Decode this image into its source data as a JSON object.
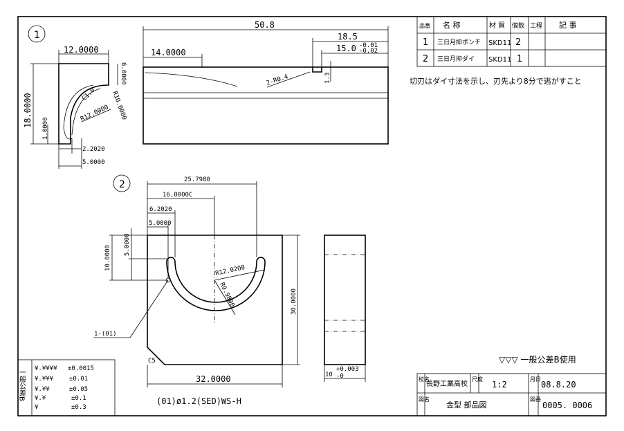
{
  "part_labels": {
    "part1": "1",
    "part2": "2"
  },
  "view1": {
    "dims": {
      "width_top": "12.0000",
      "width_left": "14.0000",
      "height_right": "6.0000",
      "height_left": "18.0000",
      "height_small": "1.0000",
      "radius_big": "R12.0000",
      "radius_small": "R10.0000",
      "chamfer": "C1.0",
      "offset_a": "2.2020",
      "offset_b": "5.0000",
      "length_total": "50.8",
      "length_right": "18.5",
      "length_slot": "15.0",
      "slot_tol_upper": "-0.01",
      "slot_tol_lower": "-0.02",
      "slot_height": "1.3",
      "fillet": "2-R0.4"
    }
  },
  "view2": {
    "dims": {
      "width_arc": "25.7980",
      "center_x": "16.0000C",
      "hole_x": "6.2020",
      "hole_x2": "5.0000",
      "hole_y": "10.0000",
      "hole_y2": "5.0000",
      "radius_outer": "R12.0200",
      "radius_inner": "R9.9800",
      "height": "30.0000",
      "width": "32.0000",
      "chamfer": "C5",
      "callout": "1-(01)",
      "thickness": "10",
      "thick_tol_upper": "+0.003",
      "thick_tol_lower": "-0"
    },
    "wire_note": "(01)ø1.2(SED)WS-H"
  },
  "parts_table": {
    "headers": [
      "品番",
      "名 称",
      "材 質",
      "個数",
      "工程",
      "記 事"
    ],
    "rows": [
      {
        "no": "1",
        "name": "三日月抑ポンチ",
        "material": "SKD11",
        "qty": "2"
      },
      {
        "no": "2",
        "name": "三日月抑ダイ",
        "material": "SKD11",
        "qty": "1"
      }
    ]
  },
  "note": "切刃はダイ寸法を示し、刃先より8分で逃がすこと",
  "finish_note": "▽▽▽ 一般公差B使用",
  "tolerance_box": {
    "title": "一般公差B",
    "rows": [
      {
        "fmt": "¥.¥¥¥¥",
        "tol": "±0.0015"
      },
      {
        "fmt": "¥.¥¥¥",
        "tol": "±0.01"
      },
      {
        "fmt": "¥.¥¥",
        "tol": "±0.05"
      },
      {
        "fmt": "¥.¥",
        "tol": "±0.1"
      },
      {
        "fmt": "¥",
        "tol": "±0.3"
      }
    ]
  },
  "title_block": {
    "school_label": "校名",
    "school": "長野工業高校",
    "scale_label": "尺度",
    "scale": "1:2",
    "date_label": "月日",
    "date": "08.8.20",
    "drawing_label": "図名",
    "drawing_name": "金型 部品図",
    "number_label": "図番",
    "drawing_number": "0005. 0006"
  }
}
